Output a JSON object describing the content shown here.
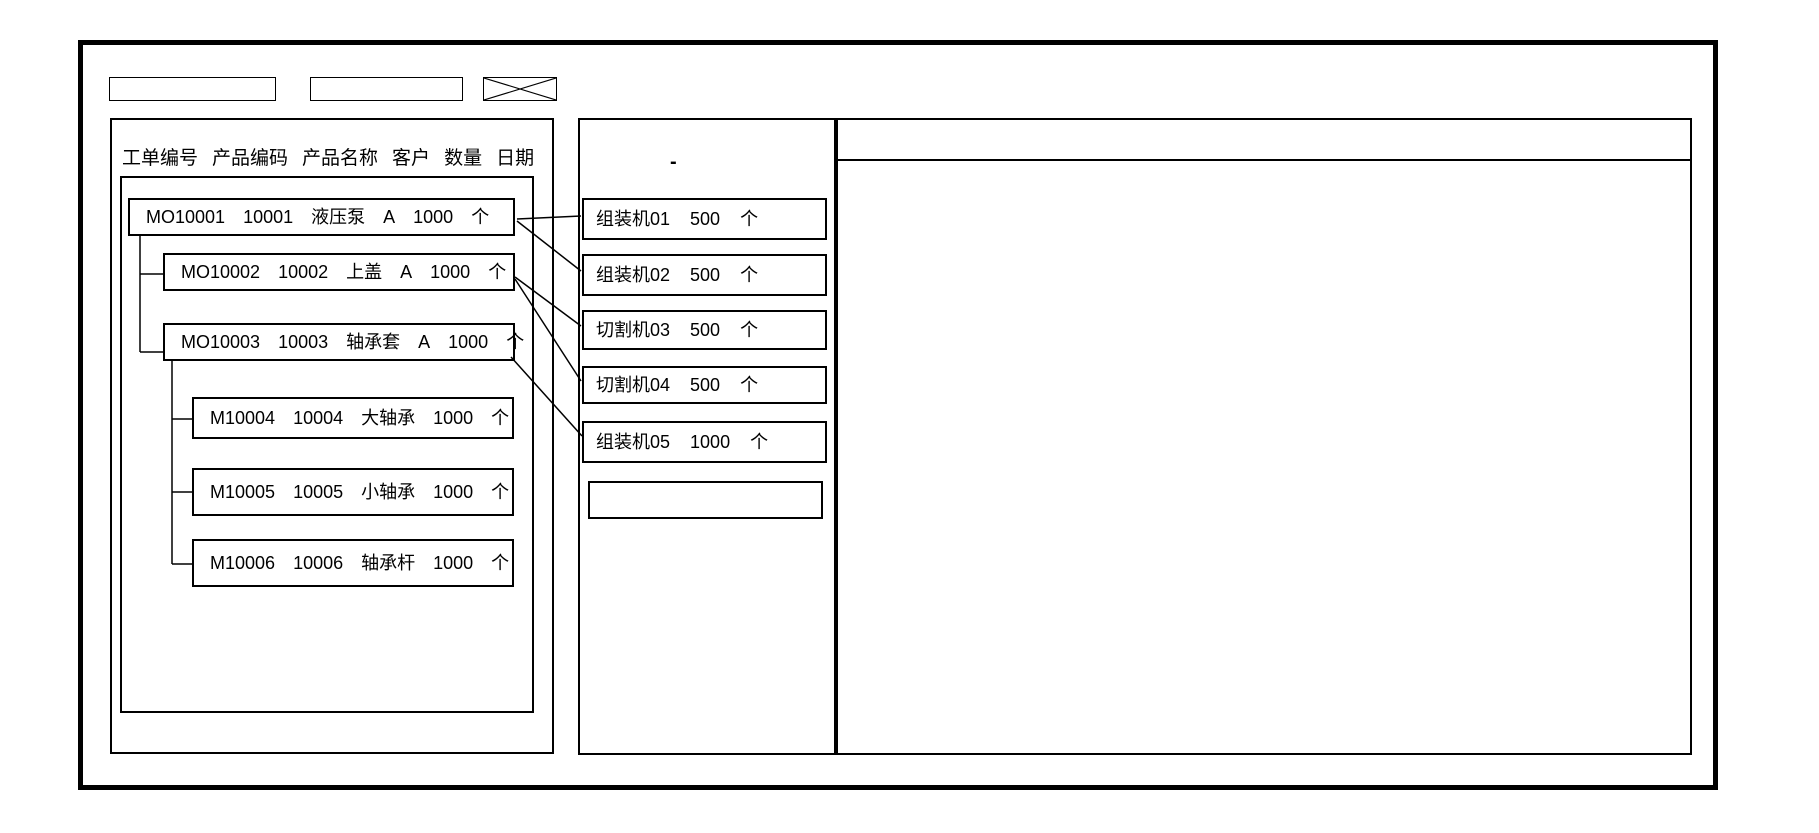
{
  "page": {
    "background_color": "#ffffff",
    "line_color": "#000000"
  },
  "toolbar": {
    "field1_value": "",
    "field2_value": "",
    "close_box_icon": "x-crossed-box"
  },
  "left_panel": {
    "columns": [
      "工单编号",
      "产品编码",
      "产品名称",
      "客户",
      "数量",
      "日期"
    ],
    "orders": [
      {
        "id": "MO10001",
        "code": "10001",
        "name": "液压泵",
        "customer": "A",
        "qty": "1000",
        "unit": "个"
      },
      {
        "id": "MO10002",
        "code": "10002",
        "name": "上盖",
        "customer": "A",
        "qty": "1000",
        "unit": "个"
      },
      {
        "id": "MO10003",
        "code": "10003",
        "name": "轴承套",
        "customer": "A",
        "qty": "1000",
        "unit": "个"
      },
      {
        "id": "M10004",
        "code": "10004",
        "name": "大轴承",
        "customer": "",
        "qty": "1000",
        "unit": "个"
      },
      {
        "id": "M10005",
        "code": "10005",
        "name": "小轴承",
        "customer": "",
        "qty": "1000",
        "unit": "个"
      },
      {
        "id": "M10006",
        "code": "10006",
        "name": "轴承杆",
        "customer": "",
        "qty": "1000",
        "unit": "个"
      }
    ]
  },
  "middle_panel": {
    "dash_mark": "-",
    "machines": [
      {
        "name": "组装机01",
        "qty": "500",
        "unit": "个"
      },
      {
        "name": "组装机02",
        "qty": "500",
        "unit": "个"
      },
      {
        "name": "切割机03",
        "qty": "500",
        "unit": "个"
      },
      {
        "name": "切割机04",
        "qty": "500",
        "unit": "个"
      },
      {
        "name": "组装机05",
        "qty": "1000",
        "unit": "个"
      },
      {
        "name": "",
        "qty": "",
        "unit": ""
      }
    ]
  },
  "right_panel": {
    "content": ""
  }
}
